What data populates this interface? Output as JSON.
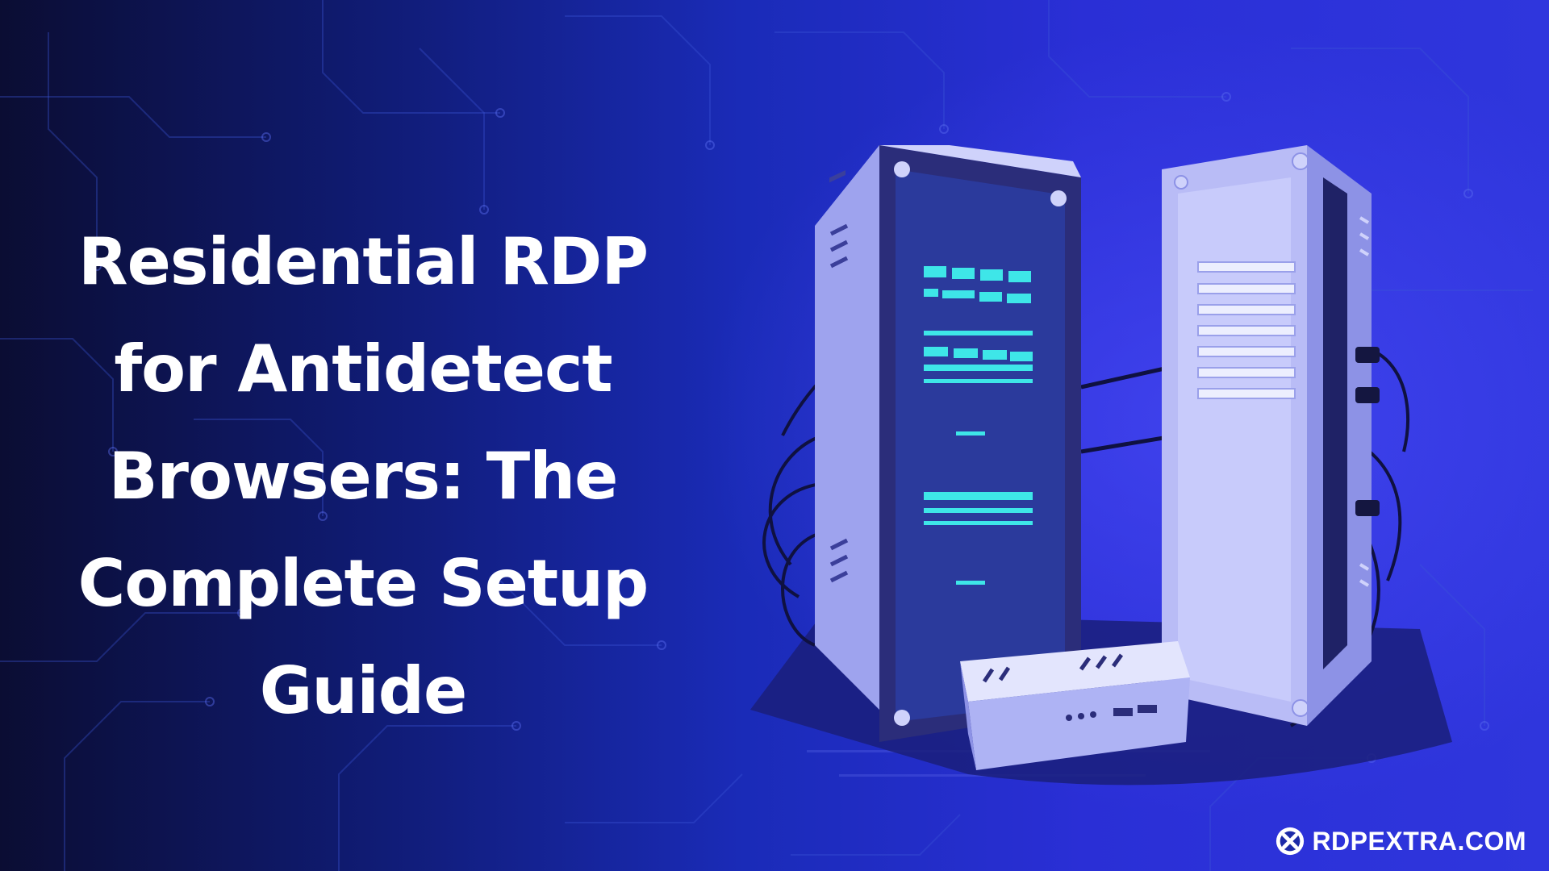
{
  "headline": {
    "lines": [
      "Residential RDP",
      "for Antidetect",
      "Browsers: The",
      "Complete Setup",
      "Guide"
    ]
  },
  "brand": {
    "text": "RDPEXTRA.COM"
  },
  "icons": {
    "brand_logo": "crossed-x-circle-icon",
    "illustration": "server-racks-illustration"
  },
  "colors": {
    "background_dark": "#0b0d33",
    "background_blue": "#2a2fd6",
    "server_light": "#b9bcf6",
    "server_panel": "#2b3a9c",
    "led_cyan": "#3ee6e8",
    "text": "#ffffff"
  }
}
